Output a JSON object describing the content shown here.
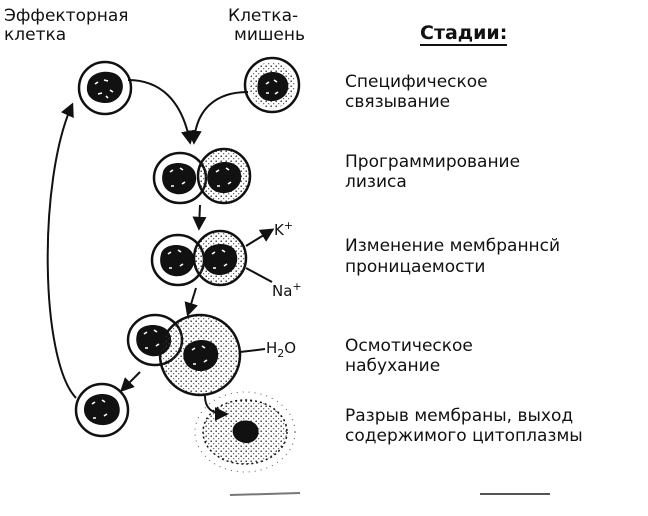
{
  "labels": {
    "effector_line1": "Эффекторная",
    "effector_line2": "клетка",
    "target_line1": "Клетка-",
    "target_line2": "мишень",
    "stages_title": "Стадии:"
  },
  "stages": [
    {
      "line1": "Специфическое",
      "line2": "связывание"
    },
    {
      "line1": "Программирование",
      "line2": "лизиса"
    },
    {
      "line1": "Изменение мембраннсй",
      "line2": "проницаемости"
    },
    {
      "line1": "Осмотическое",
      "line2": "набухание"
    },
    {
      "line1": "Разрыв мембраны, выход",
      "line2": "содержимого цитоплазмы"
    }
  ],
  "ions": {
    "potassium": "K",
    "potassium_charge": "+",
    "sodium": "Na",
    "sodium_charge": "+",
    "water": "H",
    "water_sub": "2",
    "water_end": "O"
  }
}
